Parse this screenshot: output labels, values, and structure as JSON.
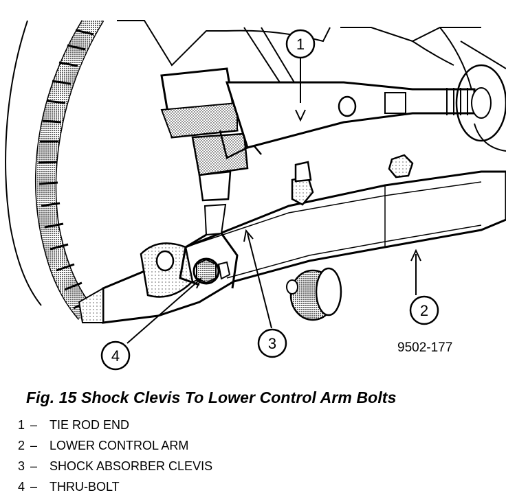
{
  "figure": {
    "number_label": "9502-177",
    "caption": "Fig. 15 Shock Clevis To Lower Control Arm Bolts"
  },
  "callouts": [
    {
      "id": "1",
      "text": "1"
    },
    {
      "id": "2",
      "text": "2"
    },
    {
      "id": "3",
      "text": "3"
    },
    {
      "id": "4",
      "text": "4"
    }
  ],
  "legend": [
    {
      "number": "1",
      "separator": "–",
      "label": "TIE ROD END"
    },
    {
      "number": "2",
      "separator": "–",
      "label": "LOWER CONTROL ARM"
    },
    {
      "number": "3",
      "separator": "–",
      "label": "SHOCK ABSORBER CLEVIS"
    },
    {
      "number": "4",
      "separator": "–",
      "label": "THRU-BOLT"
    }
  ]
}
